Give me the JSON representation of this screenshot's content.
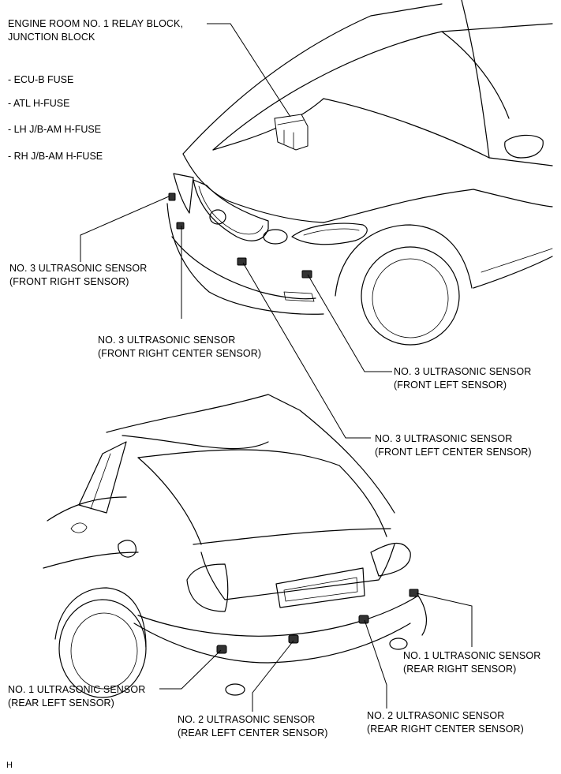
{
  "relay_block": {
    "line1": "ENGINE ROOM NO. 1 RELAY BLOCK,",
    "line2": "JUNCTION BLOCK"
  },
  "fuses": [
    "- ECU-B FUSE",
    "- ATL H-FUSE",
    "- LH J/B-AM H-FUSE",
    "- RH J/B-AM H-FUSE"
  ],
  "front_sensors": {
    "front_right": {
      "line1": "NO. 3 ULTRASONIC SENSOR",
      "line2": "(FRONT RIGHT SENSOR)"
    },
    "front_right_center": {
      "line1": "NO. 3 ULTRASONIC SENSOR",
      "line2": "(FRONT RIGHT CENTER SENSOR)"
    },
    "front_left": {
      "line1": "NO. 3 ULTRASONIC SENSOR",
      "line2": "(FRONT LEFT SENSOR)"
    },
    "front_left_center": {
      "line1": "NO. 3 ULTRASONIC SENSOR",
      "line2": "(FRONT LEFT CENTER SENSOR)"
    }
  },
  "rear_sensors": {
    "rear_right": {
      "line1": "NO. 1 ULTRASONIC SENSOR",
      "line2": "(REAR RIGHT SENSOR)"
    },
    "rear_left": {
      "line1": "NO. 1 ULTRASONIC SENSOR",
      "line2": "(REAR LEFT SENSOR)"
    },
    "rear_right_center": {
      "line1": "NO. 2 ULTRASONIC SENSOR",
      "line2": "(REAR RIGHT CENTER SENSOR)"
    },
    "rear_left_center": {
      "line1": "NO. 2 ULTRASONIC SENSOR",
      "line2": "(REAR LEFT CENTER SENSOR)"
    }
  },
  "corner_mark": "H"
}
